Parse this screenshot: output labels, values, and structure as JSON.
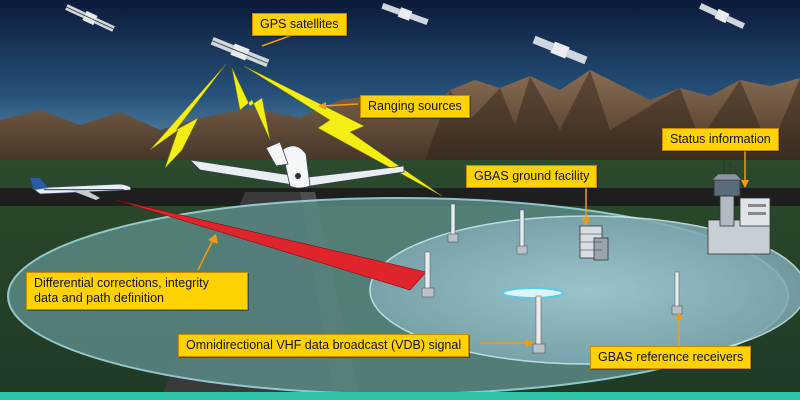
{
  "labels": {
    "gps_satellites": "GPS satellites",
    "ranging_sources": "Ranging sources",
    "status_information": "Status information",
    "gbas_ground_facility": "GBAS ground facility",
    "differential_corrections_line1": "Differential corrections, integrity",
    "differential_corrections_line2": "data and path definition",
    "vdb_signal": "Omnidirectional VHF data broadcast (VDB) signal",
    "reference_receivers": "GBAS reference receivers"
  },
  "colors": {
    "callout_fill": "#ffd200",
    "callout_border": "#c98a00",
    "leader_line": "#f39c12",
    "sky_top": "#0b1a3a",
    "sky_bottom": "#4f86a6",
    "ground": "#2e4a2e",
    "coverage_outer": "#5d8a86",
    "coverage_inner": "#8fb6c4",
    "signal_red": "#e0242c",
    "signal_yellow": "#f4ee12",
    "bottom_strip": "#2ec4a8"
  },
  "icons": {
    "satellite": "satellite-icon",
    "aircraft": "aircraft-icon",
    "antenna": "reference-receiver-antenna-icon",
    "facility": "ground-facility-building-icon",
    "tower": "control-tower-icon"
  }
}
